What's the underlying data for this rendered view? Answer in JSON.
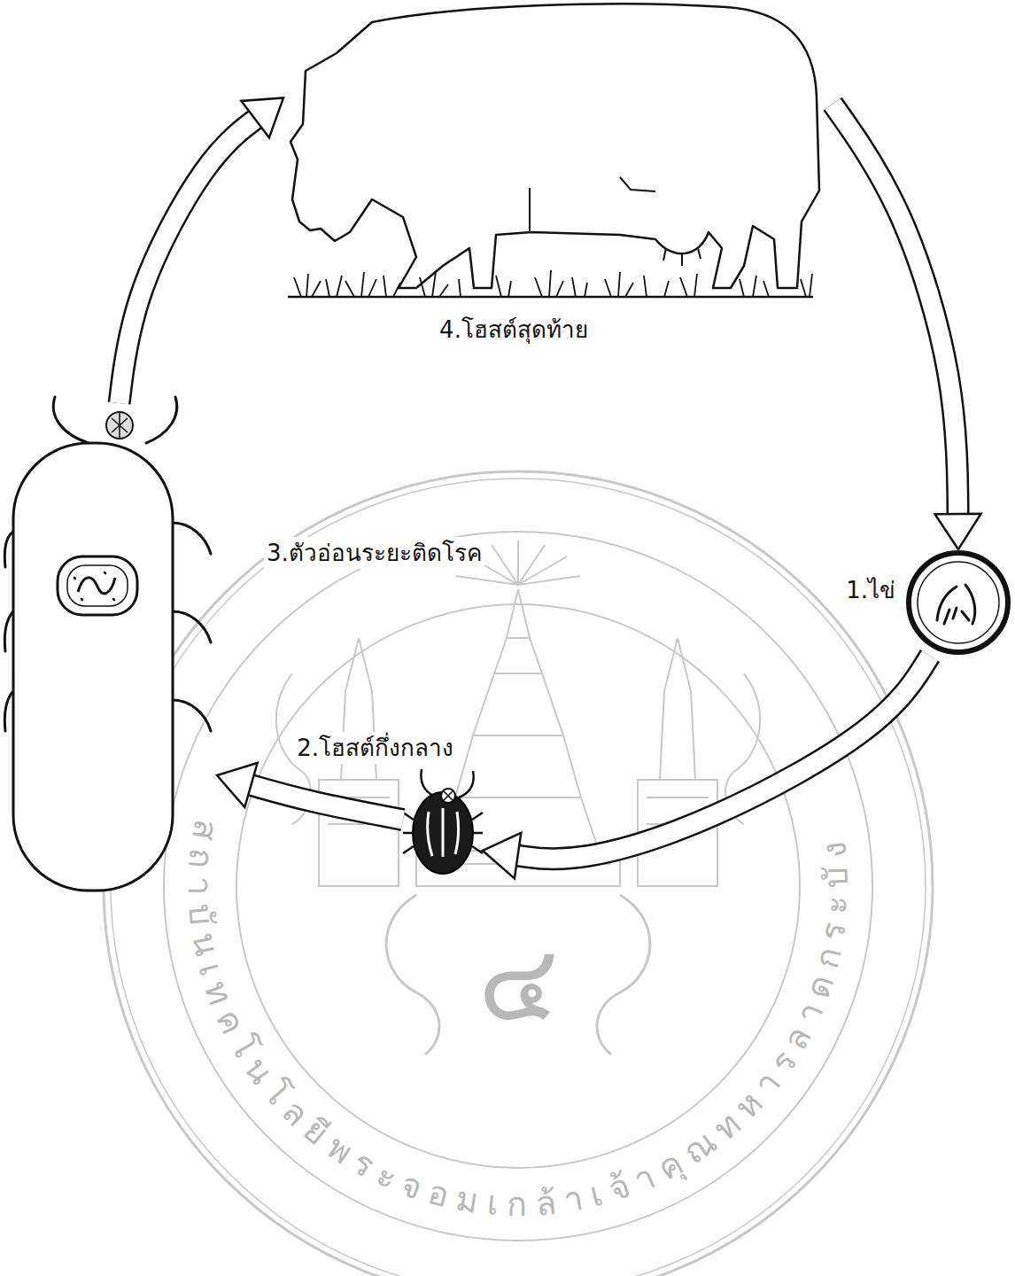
{
  "diagram": {
    "nodes": [
      {
        "text": [
          "4.โฮสต์สุดท้าย"
        ]
      },
      {
        "text": [
          "3.ตัวอ่อนระยะติดโรค"
        ]
      },
      {
        "text": [
          "1.ไข่"
        ]
      },
      {
        "text": [
          "2.โฮสต์กึ่งกลาง"
        ]
      }
    ],
    "edges": [
      {
        "from": 0,
        "to": 2,
        "arrow": "to"
      },
      {
        "from": 2,
        "to": 3,
        "arrow": "to"
      },
      {
        "from": 3,
        "to": 1,
        "arrow": "to"
      },
      {
        "from": 1,
        "to": 0,
        "arrow": "to"
      }
    ],
    "labels": [
      "สถาบันเทคโนโลยีพระจอมเกล้าเจ้าคุณทหารลาดกระบัง",
      "๔"
    ]
  }
}
